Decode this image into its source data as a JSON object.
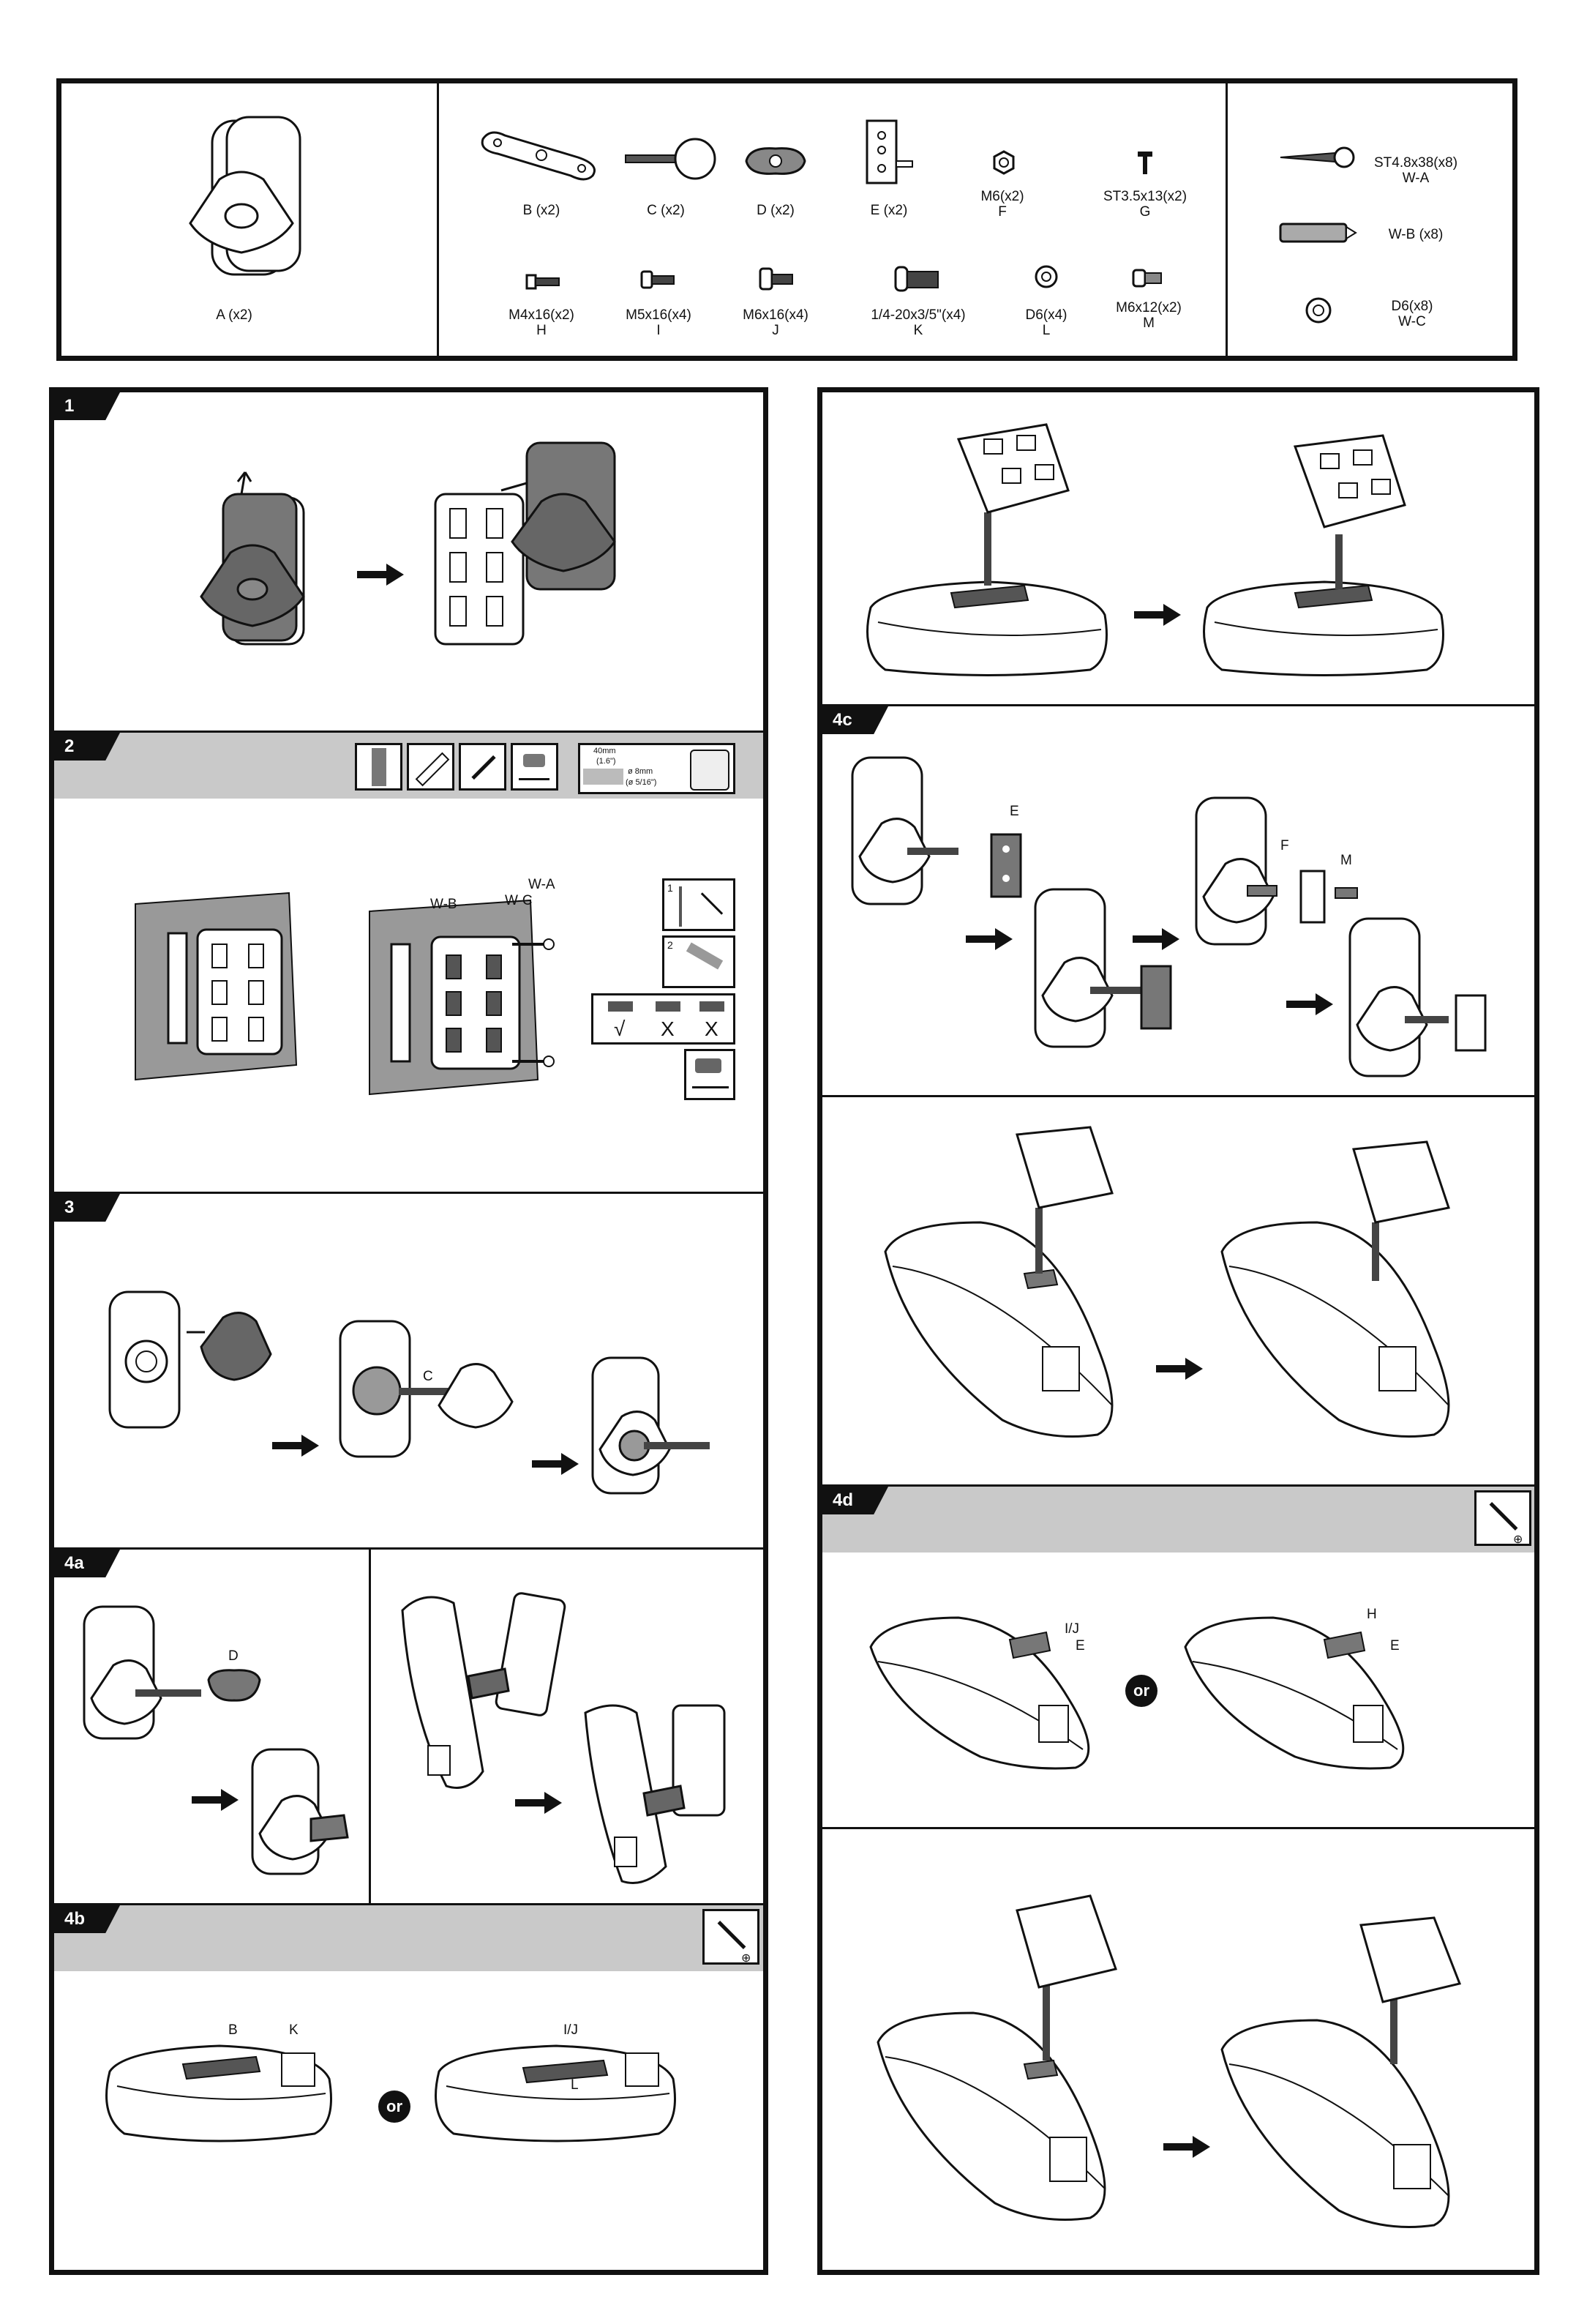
{
  "parts": {
    "A": "A (x2)",
    "B": "B (x2)",
    "C": "C (x2)",
    "D": "D (x2)",
    "E": "E (x2)",
    "F_top": "M6(x2)",
    "F_bottom": "F",
    "G_top": "ST3.5x13(x2)",
    "G_bottom": "G",
    "H_top": "M4x16(x2)",
    "H_bottom": "H",
    "I_top": "M5x16(x4)",
    "I_bottom": "I",
    "J_top": "M6x16(x4)",
    "J_bottom": "J",
    "K_top": "1/4-20x3/5\"(x4)",
    "K_bottom": "K",
    "L_top": "D6(x4)",
    "L_bottom": "L",
    "M_top": "M6x12(x2)",
    "M_bottom": "M",
    "WA_top": "ST4.8x38(x8)",
    "WA_bottom": "W-A",
    "WB": "W-B (x8)",
    "WC_top": "D6(x8)",
    "WC_bottom": "W-C"
  },
  "steps": {
    "s1": "1",
    "s2": "2",
    "s3": "3",
    "s4a": "4a",
    "s4b": "4b",
    "s4c": "4c",
    "s4d": "4d"
  },
  "callouts": {
    "wb": "W-B",
    "wc": "W-C",
    "wa": "W-A",
    "c": "C",
    "d": "D",
    "b": "B",
    "k": "K",
    "ij_4b": "I/J",
    "l_4b": "L",
    "e_4c": "E",
    "f_4c": "F",
    "m_4c": "M",
    "ij_4d": "I/J",
    "e_4d_a": "E",
    "h_4d": "H",
    "e_4d_b": "E",
    "or_4b": "or",
    "or_4d": "or"
  },
  "drill": {
    "depth": "40mm",
    "depth_in": "(1.6\")",
    "bit": "ø 8mm",
    "bit_in": "(ø 5/16\")",
    "step1": "1",
    "step2": "2",
    "check_ok": "√",
    "check_no1": "X",
    "check_no2": "X"
  },
  "colors": {
    "ink": "#111111",
    "panel_gray": "#c9c9c9",
    "dark_part": "#6b6b6b"
  }
}
